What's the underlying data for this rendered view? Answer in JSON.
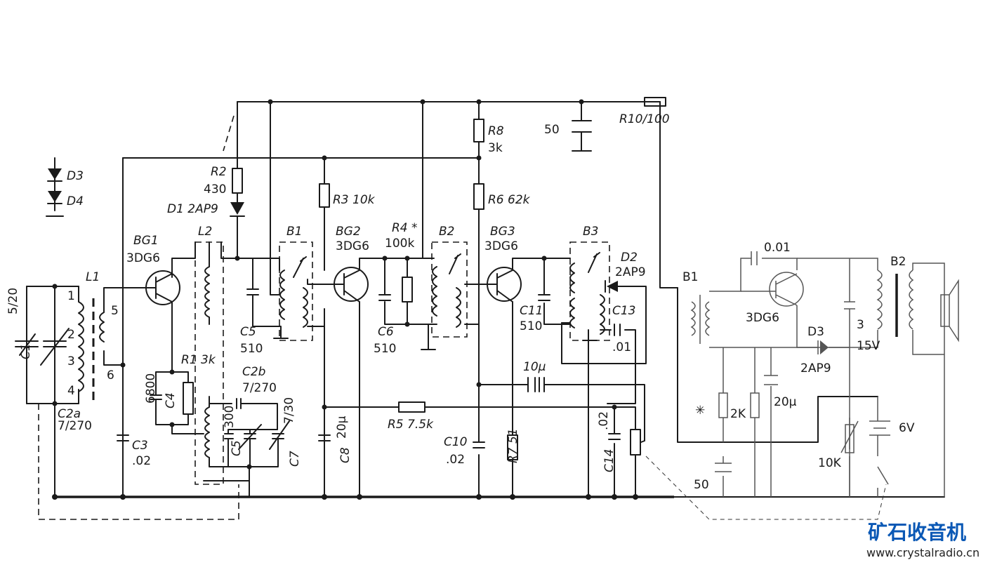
{
  "labels": {
    "c1": "C1",
    "c1_val": "5/20",
    "c2a": "C2a",
    "c2a_val": "7/270",
    "l1": "L1",
    "tap1": "1",
    "tap2": "2",
    "tap3": "3",
    "tap4": "4",
    "tap5": "5",
    "tap6": "6",
    "d3": "D3",
    "d4": "D4",
    "r2": "R2",
    "r2_val": "430",
    "d1": "D1 2AP9",
    "bg1": "BG1",
    "bg1_type": "3DG6",
    "l2": "L2",
    "b1": "B1",
    "bg2": "BG2",
    "bg2_type": "3DG6",
    "r3": "R3 10k",
    "r4": "R4 *",
    "r4_val": "100k",
    "b2": "B2",
    "bg3": "BG3",
    "bg3_type": "3DG6",
    "r8": "R8",
    "r8_val": "3k",
    "r6": "R6 62k",
    "b3": "B3",
    "d2": "D2",
    "d2_type": "2AP9",
    "cap50_top": "50",
    "r10": "R10/100",
    "c4": "C4",
    "c4_val": "6800",
    "r1": "R1 3k",
    "c5": "C5",
    "c5_val": "510",
    "c6": "C6",
    "c6_val": "510",
    "c11": "C11",
    "c11_val": "510",
    "c13": "C13",
    "c13_val": ".01",
    "c2b": "C2b",
    "c2b_val": "7/270",
    "c7": "C7",
    "c7_val": "7/30",
    "c3": "C3",
    "c3_val": ".02",
    "cs": "C5",
    "cs_val": "300",
    "c8": "C8",
    "c8_val": "20μ",
    "r5": "R5 7.5k",
    "c10": "C10",
    "c10_val": ".02",
    "r7": "R7 51",
    "c14": "C14",
    "c14_val": ".02",
    "cap10u": "10μ",
    "amp_b1": "B1",
    "amp_b2": "B2",
    "amp_c": "0.01",
    "amp_t": "3DG6",
    "amp_d3": "D3",
    "amp_d3_type": "2AP9",
    "amp_c3": "3",
    "amp_c3_v": "15V",
    "amp_r2k": "2K",
    "amp_c20": "20μ",
    "amp_star": "✳",
    "amp_c50": "50",
    "amp_10k": "10K",
    "amp_6v": "6V"
  },
  "watermark": {
    "brand": "矿石收音机",
    "url": "www.crystalradio.cn"
  }
}
